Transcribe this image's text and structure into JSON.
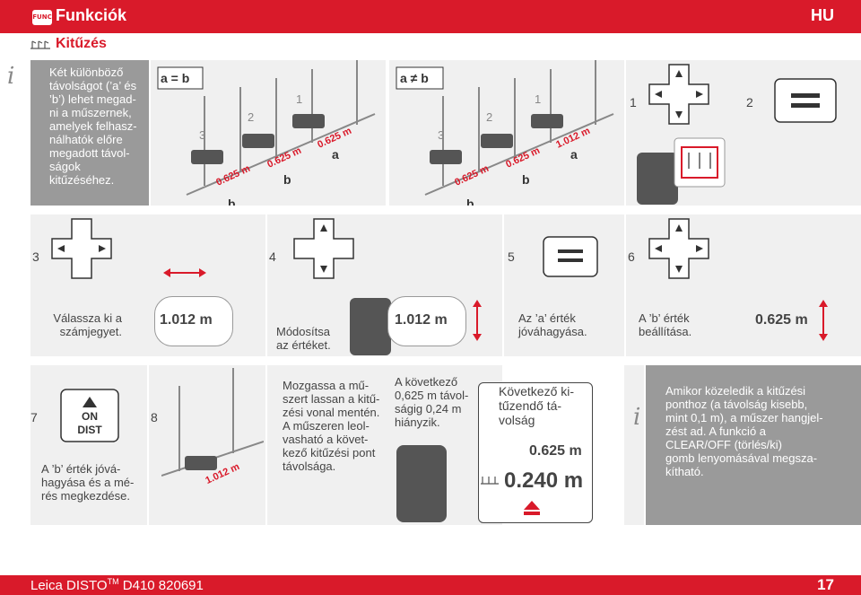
{
  "header": {
    "func_badge": "FUNC",
    "title": "Funkciók",
    "language": "HU",
    "section_title": "Kitűzés"
  },
  "intro": {
    "text_lines": [
      "Két különböző",
      "távolságot (’a’ és",
      "’b’) lehet megad-",
      "ni a műszernek,",
      "amelyek felhasz-",
      "nálhatók előre",
      "megadott távol-",
      "ságok kitűzéséhez."
    ]
  },
  "diagram_ab_equal": {
    "label": "a = b",
    "readings": [
      "0.625 m",
      "0.625 m",
      "0.625 m"
    ],
    "point_labels": [
      "b",
      "b",
      "a"
    ],
    "wall_numbers": [
      "3",
      "2",
      "1"
    ]
  },
  "diagram_ab_notequal": {
    "label": "a ≠ b",
    "readings": [
      "0.625 m",
      "0.625 m",
      "1.012 m"
    ],
    "point_labels": [
      "b",
      "b",
      "a"
    ],
    "wall_numbers": [
      "3",
      "2",
      "1"
    ]
  },
  "steps_top": {
    "step1": "1",
    "step2": "2"
  },
  "row2": {
    "step3": {
      "num": "3",
      "text_lines": [
        "Válassza ki a",
        "számjegyet."
      ],
      "reading": "1.012 m"
    },
    "step4": {
      "num": "4",
      "text_lines": [
        "Módosítsa",
        "az értéket."
      ],
      "reading": "1.012 m"
    },
    "step5": {
      "num": "5",
      "text_lines": [
        "Az ’a’ érték",
        "jóváhagyása."
      ]
    },
    "step6": {
      "num": "6",
      "text_lines": [
        "A ’b’ érték",
        "beállítása."
      ],
      "reading": "0.625 m"
    }
  },
  "row3": {
    "step7": {
      "num": "7",
      "button_top": "ON",
      "button_bottom": "DIST",
      "text_lines": [
        "A ’b’ érték jóvá-",
        "hagyása és a mé-",
        "rés megkezdése."
      ]
    },
    "step8": {
      "num": "8",
      "reading": "1.012 m"
    },
    "move_text_lines": [
      "Mozgassa a mű-",
      "szert lassan a kitű-",
      "zési vonal mentén.",
      "A műszeren leol-",
      "vasható a követ-",
      "kező kitűzési pont",
      "távolsága."
    ],
    "next_text_lines": [
      "A következő",
      "0,625 m távol-",
      "ságig 0,24 m",
      "hiányzik."
    ],
    "display": {
      "label_lines": [
        "Következő ki-",
        "tűzendő tá-",
        "volság"
      ],
      "next_value": "0.625 m",
      "remaining_value": "0.240 m"
    },
    "info_text_lines": [
      "Amikor közeledik a kitűzési",
      "ponthoz (a távolság kisebb,",
      "mint 0,1 m), a műszer hangjel-",
      "zést ad. A funkció a",
      "CLEAR/OFF (törlés/ki)",
      "gomb lenyomásával megsza-",
      "kítható."
    ]
  },
  "footer": {
    "product": "Leica DISTO",
    "trademark": "TM",
    "model": "D410 820691",
    "page": "17"
  },
  "colors": {
    "brand_red": "#d91a2a",
    "panel_gray": "#f0f0f0",
    "info_gray": "#9a9a9a"
  }
}
